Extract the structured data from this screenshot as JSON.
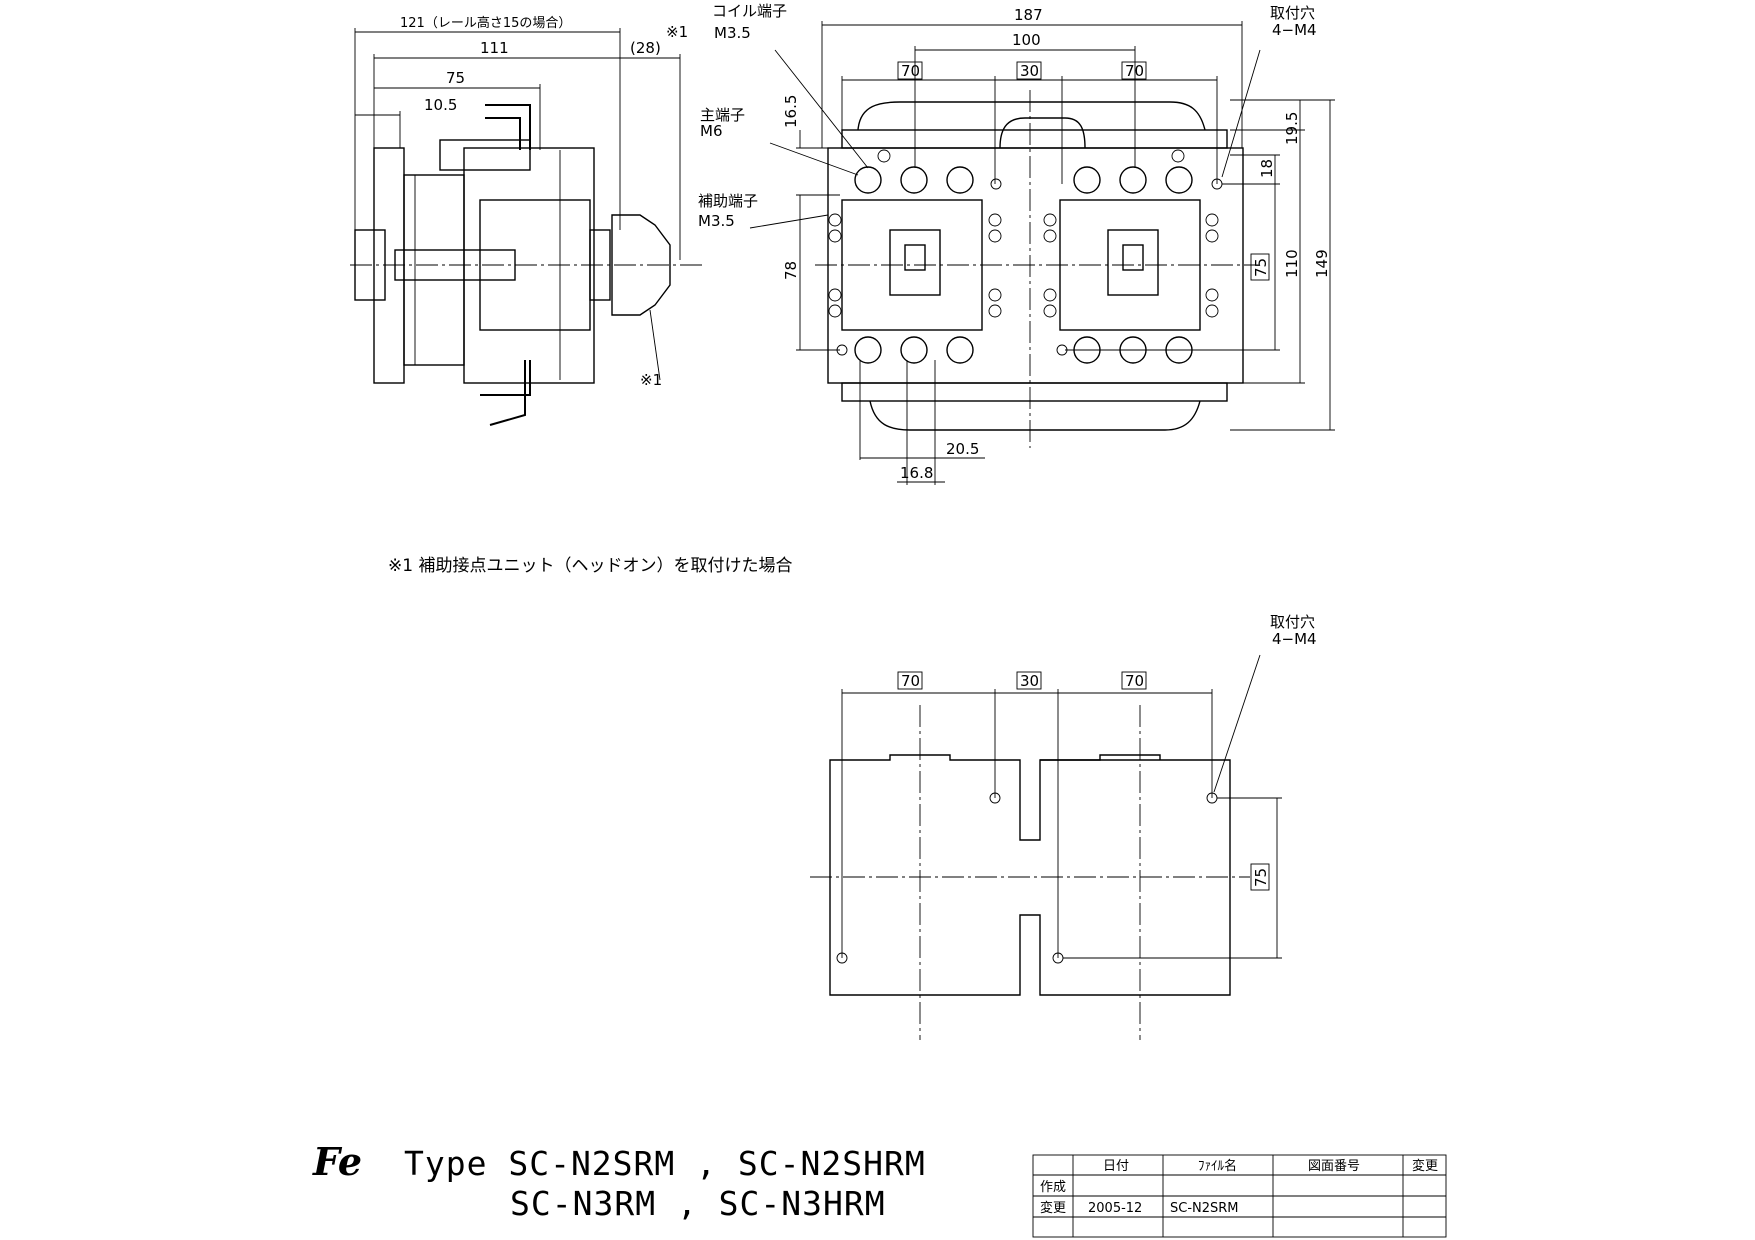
{
  "side_view": {
    "dims": {
      "total_rail15": "121（レール高さ15の場合）",
      "d111": "111",
      "d75": "75",
      "d10_5": "10.5",
      "d28": "(28)",
      "note_mark_top": "※1",
      "note_mark_bottom": "※1"
    }
  },
  "front_view": {
    "labels": {
      "coil_terminal": "コイル端子",
      "coil_terminal_size": "M3.5",
      "main_terminal": "主端子",
      "main_terminal_size": "M6",
      "aux_terminal": "補助端子",
      "aux_terminal_size": "M3.5",
      "mount_hole": "取付穴",
      "mount_hole_spec": "4−M4"
    },
    "dims": {
      "d187": "187",
      "d100": "100",
      "d70_left": "70",
      "d30": "30",
      "d70_right": "70",
      "d16_5": "16.5",
      "d19_5": "19.5",
      "d18": "18",
      "d78": "78",
      "d75": "75",
      "d110": "110",
      "d149": "149",
      "d20_5": "20.5",
      "d16_8": "16.8"
    }
  },
  "footnote": "※1  補助接点ユニット（ヘッドオン）を取付けた場合",
  "mount_view": {
    "labels": {
      "mount_hole": "取付穴",
      "mount_hole_spec": "4−M4"
    },
    "dims": {
      "d70_left": "70",
      "d30": "30",
      "d70_right": "70",
      "d75": "75"
    }
  },
  "title_block": {
    "logo": "Fe",
    "type_line1": "Type SC-N2SRM , SC-N2SHRM",
    "type_line2": "SC-N3RM , SC-N3HRM",
    "headers": [
      "日付",
      "ﾌｧｲﾙ名",
      "図面番号",
      "変更"
    ],
    "rows": [
      {
        "label": "作成",
        "date": "",
        "file": "",
        "drawing_no": "",
        "change": ""
      },
      {
        "label": "変更",
        "date": "2005-12",
        "file": "SC-N2SRM",
        "drawing_no": "",
        "change": ""
      }
    ]
  }
}
